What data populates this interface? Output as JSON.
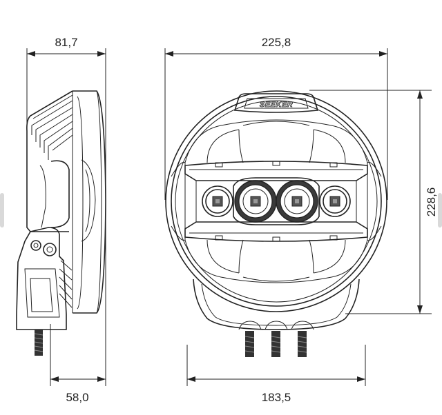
{
  "dimensions": {
    "side_depth": "81,7",
    "front_width": "225,8",
    "front_height": "228,6",
    "side_bracket": "58,0",
    "mount_spacing": "183,5"
  },
  "brand": {
    "logo_text": "SEEKER"
  }
}
